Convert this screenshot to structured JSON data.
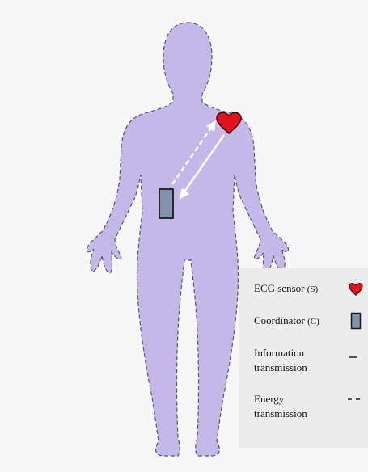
{
  "figure": {
    "body_color": "#c3b8e8",
    "outline_color": "#5a5570",
    "heart_color": "#e0121b",
    "coordinator_color": "#8391ad",
    "arrow_color": "#ffffff",
    "background_color": "#f7f7f7"
  },
  "legend": {
    "ecg_sensor": {
      "label": "ECG sensor",
      "abbr": "(S)",
      "icon": "heart-icon"
    },
    "coordinator": {
      "label": "Coordinator",
      "abbr": "(C)",
      "icon": "rectangle-icon"
    },
    "information": {
      "line1": "Information",
      "line2": "transmission",
      "symbol": "solid-line"
    },
    "energy": {
      "line1": "Energy",
      "line2": "transmission",
      "symbol": "dashed-line"
    }
  }
}
